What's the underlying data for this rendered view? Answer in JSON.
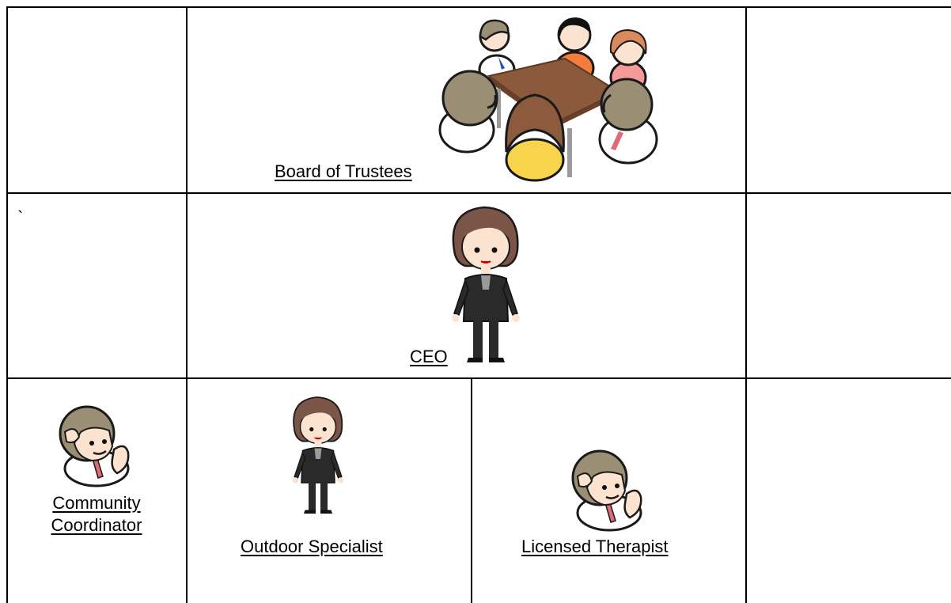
{
  "grid": {
    "row1": {
      "label": "Board of Trustees"
    },
    "row2": {
      "stray_mark": "`",
      "label": "CEO"
    },
    "row3": {
      "community": {
        "line1": "Community",
        "line2": "Coordinator"
      },
      "outdoor": {
        "label": "Outdoor Specialist"
      },
      "therapist": {
        "label": "Licensed Therapist"
      }
    }
  },
  "icons": {
    "board": "meeting-table-people-icon",
    "ceo": "businesswoman-icon",
    "community": "man-waving-icon",
    "outdoor": "businesswoman-icon",
    "therapist": "man-waving-icon"
  },
  "colors": {
    "border": "#000000",
    "table_wood": "#8b5a3c",
    "skin": "#fbe3d0",
    "hair_gray": "#9a8f74",
    "hair_brown": "#7b5548",
    "suit": "#2a2a2a",
    "tie": "#e06a78",
    "orange_shirt": "#f47c3c",
    "yellow_shirt": "#f7d44c"
  }
}
